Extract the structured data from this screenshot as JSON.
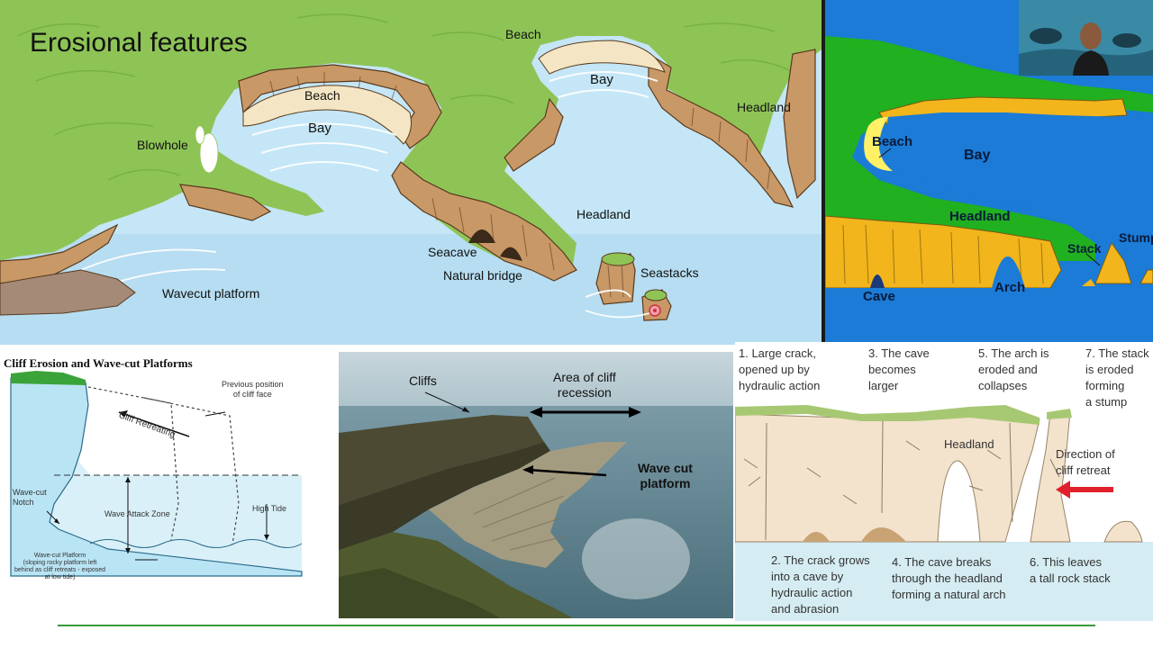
{
  "slide_title": "Erosional features",
  "top_left_diagram": {
    "labels": {
      "beach_top": "Beach",
      "bay_top": "Bay",
      "headland_right": "Headland",
      "beach_left": "Beach",
      "bay_left": "Bay",
      "blowhole": "Blowhole",
      "headland_mid": "Headland",
      "seacave": "Seacave",
      "natural_bridge": "Natural bridge",
      "seastacks": "Seastacks",
      "wavecut_platform": "Wavecut platform"
    }
  },
  "top_right_diagram": {
    "labels": {
      "beach": "Beach",
      "bay": "Bay",
      "headland": "Headland",
      "stack": "Stack",
      "stump": "Stump",
      "cave": "Cave",
      "arch": "Arch"
    }
  },
  "cliff_diagram": {
    "title": "Cliff Erosion and Wave-cut Platforms",
    "previous_position": "Previous position\nof cliff face",
    "cliff_retreating": "Cliff Retreating",
    "wave_cut_notch": "Wave-cut\nNotch",
    "wave_attack_zone": "Wave Attack Zone",
    "high_tide": "High Tide",
    "platform_note": "Wave-cut Platform\n(sloping rocky platform left\nbehind as cliff retreats - exposed\nat low tide)"
  },
  "photo": {
    "cliffs": "Cliffs",
    "area_of_recession": "Area of cliff\nrecession",
    "wave_cut_platform": "Wave cut\nplatform"
  },
  "sequence_diagram": {
    "step1": "1. Large crack,\nopened up by\nhydraulic action",
    "step2": "2. The crack grows\ninto a cave by\nhydraulic action\nand abrasion",
    "step3": "3. The cave\nbecomes\nlarger",
    "step4": "4. The cave breaks\nthrough the headland\nforming a natural arch",
    "step5": "5. The arch is\neroded and\ncollapses",
    "step6": "6. This leaves\na tall rock stack",
    "step7": "7. The stack\nis eroded\nforming\na stump",
    "headland": "Headland",
    "direction": "Direction of\ncliff retreat"
  },
  "colors": {
    "sea": "#bfe3f4",
    "land_green": "#8dc454",
    "cliff_tan": "#c89866",
    "beach_sand": "#f4e6c4",
    "footer_line": "#3a9a3a",
    "arrow_red": "#e0202a"
  }
}
